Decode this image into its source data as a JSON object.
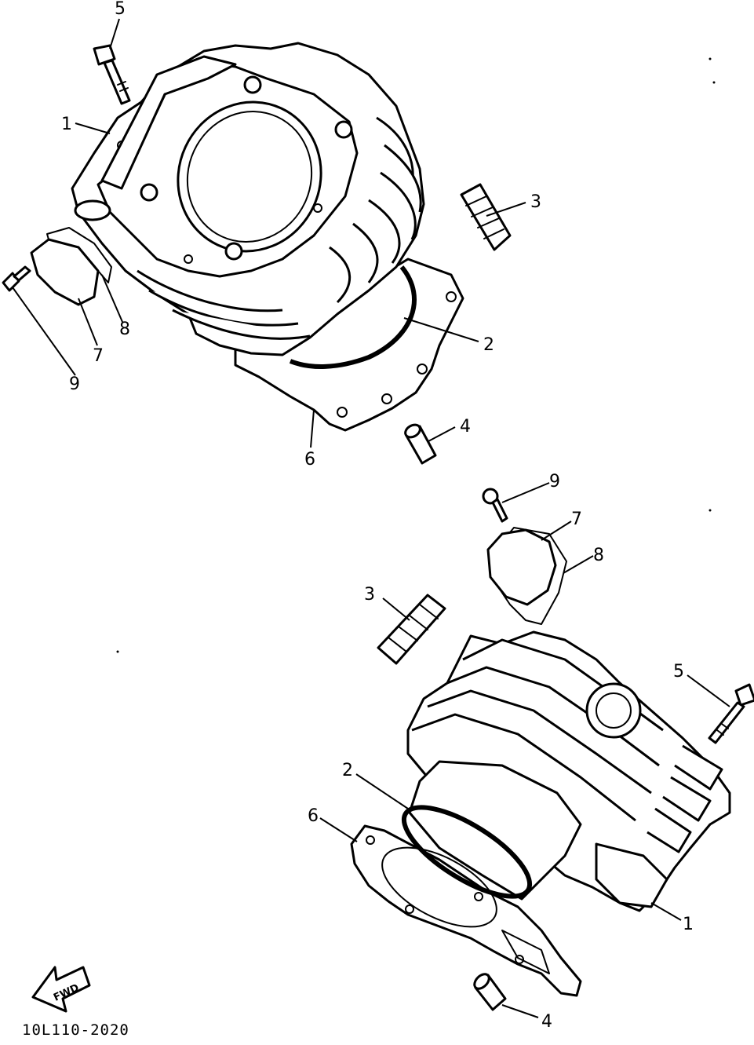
{
  "callouts": {
    "upper": {
      "c1": "1",
      "c2": "2",
      "c3": "3",
      "c4": "4",
      "c5": "5",
      "c6": "6",
      "c7": "7",
      "c8": "8",
      "c9": "9"
    },
    "lower": {
      "c1": "1",
      "c2": "2",
      "c3": "3",
      "c4": "4",
      "c5": "5",
      "c6": "6",
      "c7": "7",
      "c8": "8",
      "c9": "9"
    }
  },
  "fwd_label": "FWD",
  "diagram_code": "10L110-2020"
}
